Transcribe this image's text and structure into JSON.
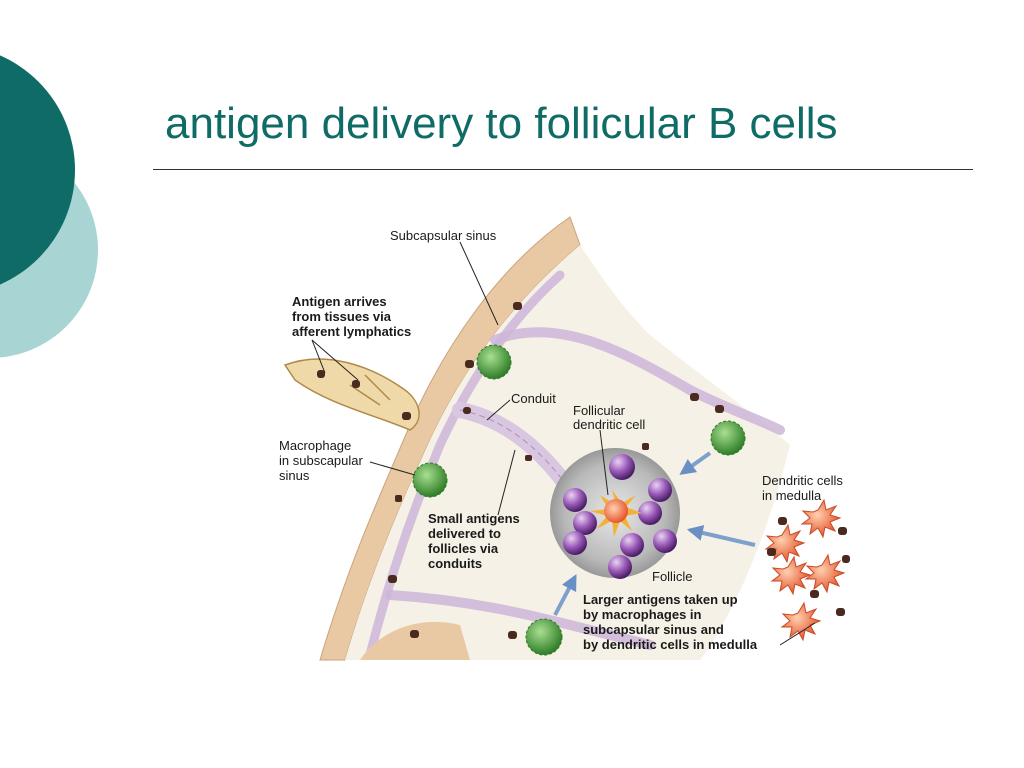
{
  "slide": {
    "title": "antigen delivery to follicular B cells"
  },
  "labels": {
    "subcapsular_sinus": "Subcapsular sinus",
    "antigen_arrives": [
      "Antigen arrives",
      "from tissues via",
      "afferent lymphatics"
    ],
    "conduit": "Conduit",
    "follicular_dc": [
      "Follicular",
      "dendritic cell"
    ],
    "macrophage": [
      "Macrophage",
      "in subscapular",
      "sinus"
    ],
    "small_antigens": [
      "Small antigens",
      "delivered to",
      "follicles via",
      "conduits"
    ],
    "follicle": "Follicle",
    "dendritic_medulla": [
      "Dendritic cells",
      "in medulla"
    ],
    "larger_antigens": [
      "Larger antigens taken up",
      "by macrophages in",
      "subcapsular sinus and",
      "by dendritic cells in medulla"
    ]
  },
  "colors": {
    "title": "#0f6b66",
    "deco_dark": "#0f6b66",
    "deco_light": "#a8d4d4",
    "capsule": "#e8c9a4",
    "sinus": "#f6f1e6",
    "conduit": "#d9c6e0",
    "macrophage": "#4caa3c",
    "b_cell": "#8a4fa8",
    "fdc": "#f07a30",
    "dendritic": "#f0a080",
    "antigen": "#4a2a1e",
    "arrow": "#7ea0cc"
  }
}
